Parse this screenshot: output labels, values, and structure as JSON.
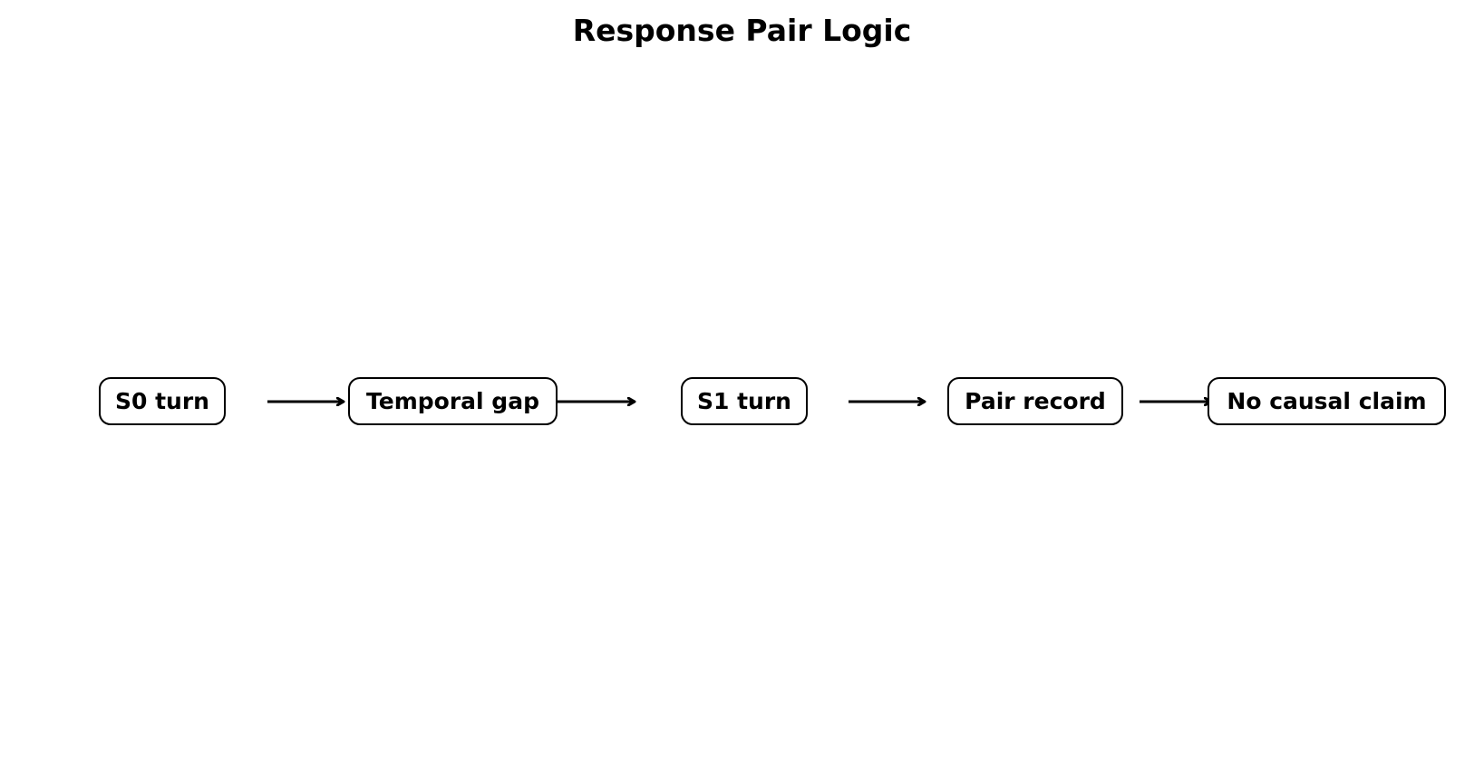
{
  "diagram": {
    "title": "Response Pair Logic",
    "nodes": [
      {
        "id": "s0-turn",
        "label": "S0 turn"
      },
      {
        "id": "temporal-gap",
        "label": "Temporal gap"
      },
      {
        "id": "s1-turn",
        "label": "S1 turn"
      },
      {
        "id": "pair-record",
        "label": "Pair record"
      },
      {
        "id": "no-causal-claim",
        "label": "No causal claim"
      }
    ],
    "edges": [
      {
        "from": "s0-turn",
        "to": "temporal-gap"
      },
      {
        "from": "temporal-gap",
        "to": "s1-turn"
      },
      {
        "from": "s1-turn",
        "to": "pair-record"
      },
      {
        "from": "pair-record",
        "to": "no-causal-claim"
      }
    ],
    "colors": {
      "stroke": "#000000",
      "fill": "#ffffff",
      "text": "#000000"
    }
  }
}
